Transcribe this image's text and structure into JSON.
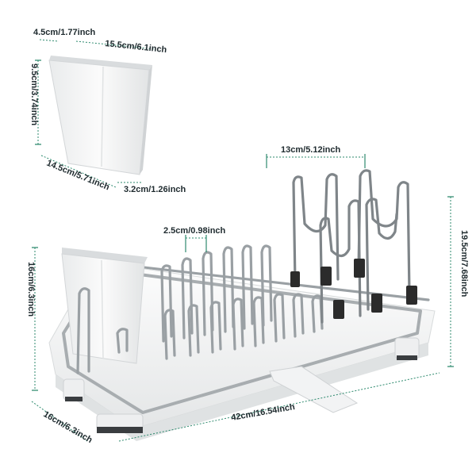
{
  "dimensions": {
    "caddy_depth": "4.5cm/1.77inch",
    "caddy_top_width": "15.5cm/6.1inch",
    "caddy_height": "9.5cm/3.74inch",
    "caddy_bottom_width": "14.5cm/5.71inch",
    "caddy_bottom_depth": "3.2cm/1.26inch",
    "lid_rack_width": "13cm/5.12inch",
    "slot_spacing": "2.5cm/0.98inch",
    "rack_height": "19.5cm/7.68inch",
    "tray_height": "16cm/6.3inch",
    "rack_depth": "16cm/6.3inch",
    "rack_length": "42cm/16.54inch"
  },
  "colors": {
    "dimension_line": "#2e8a6e",
    "wire": "#9aa0a4",
    "plastic": "#f4f5f5",
    "clip": "#2b2b2b"
  }
}
